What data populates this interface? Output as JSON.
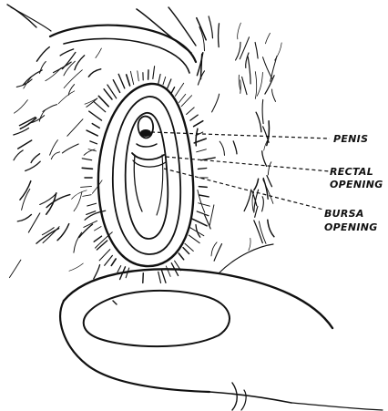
{
  "figure": {
    "labels": {
      "penis": "PENIS",
      "rectal_line1": "RECTAL",
      "rectal_line2": "OPENING",
      "bursa_line1": "BURSA",
      "bursa_line2": "OPENING"
    },
    "colors": {
      "ink": "#111111",
      "background": "#ffffff"
    }
  }
}
